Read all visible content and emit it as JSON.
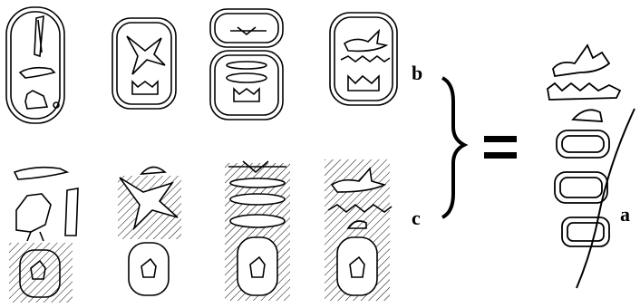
{
  "labels": {
    "b": "b",
    "c": "c",
    "a": "a",
    "equals": "="
  },
  "colors": {
    "ink": "#000000",
    "paper": "#ffffff"
  },
  "rows": [
    {
      "row": "top",
      "items": [
        "cartouche-1",
        "cartouche-2",
        "cartouche-3",
        "cartouche-4"
      ]
    },
    {
      "row": "bottom",
      "items": [
        "group-1",
        "group-2",
        "group-3",
        "group-4"
      ]
    }
  ]
}
